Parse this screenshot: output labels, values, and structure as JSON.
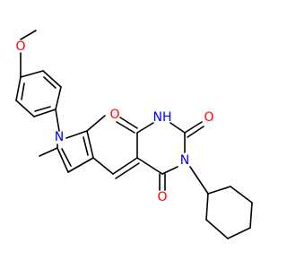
{
  "atoms": {
    "methoxy_o": {
      "label": "O",
      "color": "#ff0000"
    },
    "pyrrole_n": {
      "label": "N",
      "color": "#0000ff"
    },
    "amide_nh": {
      "label": "NH",
      "color": "#0000ff"
    },
    "imide_n": {
      "label": "N",
      "color": "#0000ff"
    },
    "carbonyl_o_top": {
      "label": "O",
      "color": "#ff0000"
    },
    "carbonyl_o_right": {
      "label": "O",
      "color": "#ff0000"
    },
    "carbonyl_o_bottom": {
      "label": "O",
      "color": "#ff0000"
    }
  }
}
